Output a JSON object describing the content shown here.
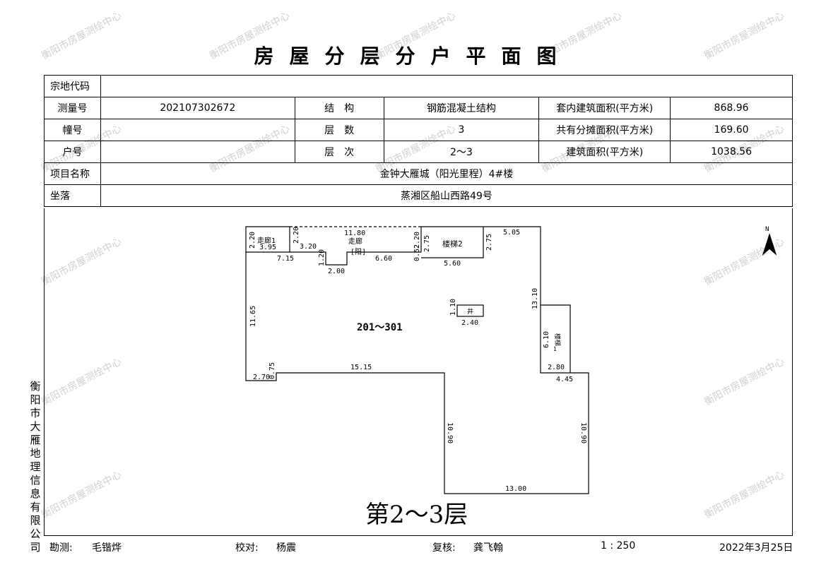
{
  "title": "房屋分层分户平面图",
  "watermark": "衡阳市房屋测绘中心",
  "table": {
    "row1": {
      "label": "宗地代码",
      "value": ""
    },
    "row2": {
      "l1": "测量号",
      "v1": "202107302672",
      "l2": "结　构",
      "v2": "钢筋混凝土结构",
      "l3": "套内建筑面积(平方米)",
      "v3": "868.96"
    },
    "row3": {
      "l1": "幢号",
      "v1": "",
      "l2": "层　数",
      "v2": "3",
      "l3": "共有分摊面积(平方米)",
      "v3": "169.60"
    },
    "row4": {
      "l1": "户号",
      "v1": "",
      "l2": "层　次",
      "v2": "2～3",
      "l3": "建筑面积(平方米)",
      "v3": "1038.56"
    },
    "row5": {
      "label": "项目名称",
      "value": "金钟大雁城（阳光里程）4#楼"
    },
    "row6": {
      "label": "坐落",
      "value": "蒸湘区船山西路49号"
    }
  },
  "plan": {
    "unit": "201～301",
    "floor": "第2～3层",
    "north": "N",
    "rooms": {
      "corridor1": "走廊1",
      "corridor2": "走廊",
      "corridor2_sub": "[阳]",
      "stair2": "楼梯2",
      "well": "井",
      "stair1": "楼梯",
      "stair1_num": "1"
    },
    "dims": {
      "d220a": "2.20",
      "d395": "3.95",
      "d220b": "2.20",
      "d320": "3.20",
      "d1180": "11.80",
      "d715": "7.15",
      "d120": "1.20",
      "d200": "2.00",
      "d660": "6.60",
      "d052": "0.52",
      "d220c": "2.20",
      "d275a": "2.75",
      "d275b": "2.75",
      "d560": "5.60",
      "d505": "5.05",
      "d1310": "13.10",
      "d110": "1.10",
      "d240": "2.40",
      "d1165": "11.65",
      "d610": "6.10",
      "d280": "2.80",
      "d270": "2.70",
      "d075": "0.75",
      "d1515": "15.15",
      "d445": "4.45",
      "d1090a": "10.90",
      "d1090b": "10.90",
      "d1300": "13.00"
    }
  },
  "company": "衡阳市大雁地理信息有限公司",
  "footer": {
    "surveyor_label": "勘测:",
    "surveyor": "毛锴烨",
    "checker_label": "校对:",
    "checker": "杨震",
    "reviewer_label": "复核:",
    "reviewer": "龚飞翰",
    "scale": "1 : 250",
    "date": "2022年3月25日"
  }
}
